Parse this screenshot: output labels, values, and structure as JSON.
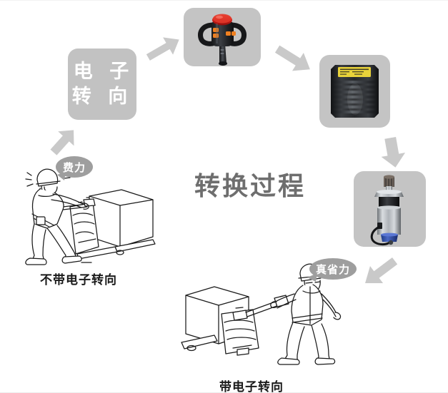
{
  "diagram": {
    "title": "转换过程",
    "label_box": {
      "text": "电 子\n转 向",
      "name": "electronic-steering-label"
    },
    "captions": {
      "left": "不带电子转向",
      "right": "带电子转向"
    },
    "bubbles": {
      "left": "费力",
      "right": "真省力"
    },
    "panels": [
      {
        "id": "tiller-head",
        "alt": "电子转向手柄"
      },
      {
        "id": "controller",
        "alt": "电子控制器"
      },
      {
        "id": "steering-motor",
        "alt": "电子转向电机"
      }
    ],
    "arrows": [
      {
        "id": "arrow-worker-to-label",
        "direction": "up-right"
      },
      {
        "id": "arrow-label-to-tiller",
        "direction": "up-right"
      },
      {
        "id": "arrow-tiller-to-controller",
        "direction": "down-right"
      },
      {
        "id": "arrow-controller-to-motor",
        "direction": "down"
      },
      {
        "id": "arrow-motor-to-worker",
        "direction": "down-left"
      }
    ],
    "colors": {
      "panel_bg": "#c4c4c4",
      "label_bg": "#c2c2c2",
      "label_text": "#ffffff",
      "heading_text": "#6e6e6e",
      "arrow_fill": "#c9c9c9",
      "bubble_bg": "#9e9e9e",
      "caption_text": "#1a1a1a",
      "page_bg": "#ffffff",
      "emergency_button": "#e02020",
      "controller_label": "#e8d23a",
      "motor_body": "#b9bcc0",
      "motor_connector": "#2f4fa8"
    }
  }
}
